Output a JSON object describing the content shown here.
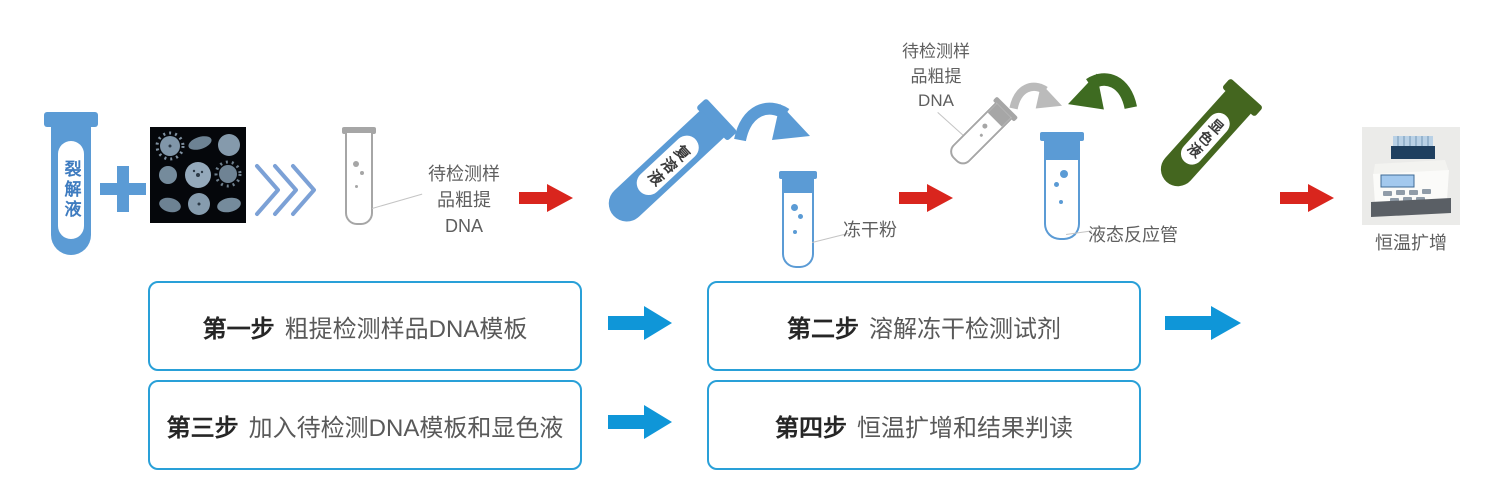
{
  "colors": {
    "tube_blue": "#5B9BD5",
    "box_border_blue": "#29A0D8",
    "flow_arrow_blue": "#0F96D8",
    "arrow_red": "#D9251D",
    "tube_green": "#44661F",
    "tube_gray": "#A6A6A6",
    "label_gray": "#5F5F5F"
  },
  "labels": {
    "lysis_tube": "裂解液",
    "crude_dna": {
      "line1": "待检测样",
      "line2": "品粗提",
      "line3": "DNA"
    },
    "resolve_tube": "复溶液",
    "freeze_dried_powder": "冻干粉",
    "crude_dna_2": {
      "line1": "待检测样",
      "line2": "品粗提",
      "line3": "DNA"
    },
    "chromogenic_tube": "显色液",
    "liquid_reaction_tube": "液态反应管",
    "isothermal_amplification": "恒温扩增"
  },
  "steps": [
    {
      "prefix": "第一步",
      "text": "粗提检测样品DNA模板"
    },
    {
      "prefix": "第二步",
      "text": "溶解冻干检测试剂"
    },
    {
      "prefix": "第三步",
      "text": "加入待检测DNA模板和显色液"
    },
    {
      "prefix": "第四步",
      "text": "恒温扩增和结果判读"
    }
  ]
}
